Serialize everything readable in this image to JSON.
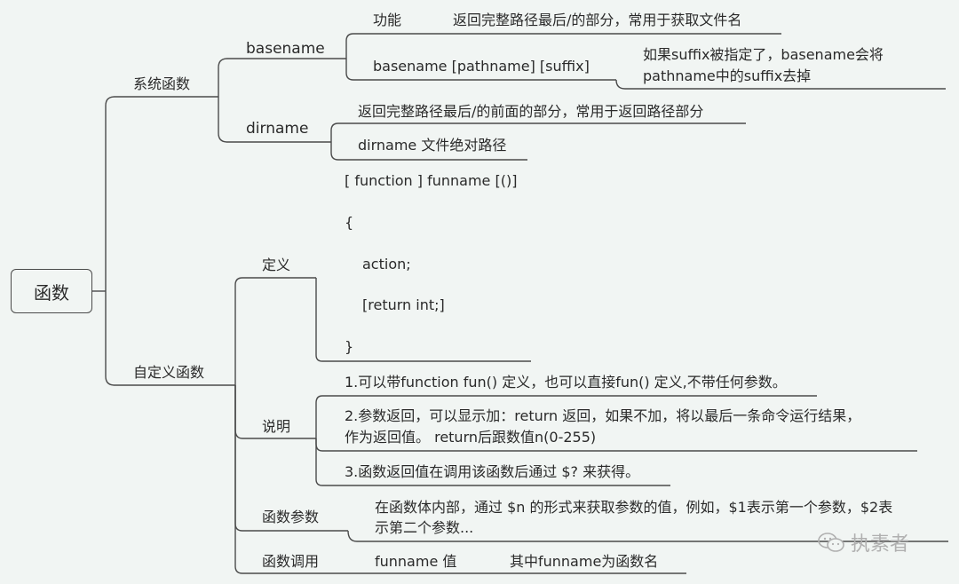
{
  "root": "函数",
  "system": {
    "label": "系统函数",
    "basename": {
      "label": "basename",
      "func_label": "功能",
      "func_desc": "返回完整路径最后/的部分，常用于获取文件名",
      "syntax": "basename [pathname] [suffix]",
      "suffix_desc_1": "如果suffix被指定了，basename会将",
      "suffix_desc_2": "pathname中的suffix去掉"
    },
    "dirname": {
      "label": "dirname",
      "desc": "返回完整路径最后/的前面的部分，常用于返回路径部分",
      "syntax": "dirname 文件绝对路径"
    }
  },
  "custom": {
    "label": "自定义函数",
    "definition": {
      "label": "定义",
      "code": [
        "[ function ] funname [()]",
        "{",
        "action;",
        "[return int;]",
        "}"
      ]
    },
    "notes": {
      "label": "说明",
      "items": [
        "1.可以带function fun() 定义，也可以直接fun() 定义,不带任何参数。",
        "2.参数返回，可以显示加：return 返回，如果不加，将以最后一条命令运行结果，",
        "作为返回值。 return后跟数值n(0-255)",
        "3.函数返回值在调用该函数后通过 $? 来获得。"
      ]
    },
    "params": {
      "label": "函数参数",
      "desc_1": "在函数体内部，通过 $n 的形式来获取参数的值，例如，$1表示第一个参数，$2表",
      "desc_2": "示第二个参数..."
    },
    "call": {
      "label": "函数调用",
      "syntax": "funname 值",
      "desc": "其中funname为函数名"
    }
  },
  "watermark": "执素者",
  "colors": {
    "line": "#4b4b4b",
    "background": "#f1f5f3",
    "watermark": "#b0b0b0"
  }
}
